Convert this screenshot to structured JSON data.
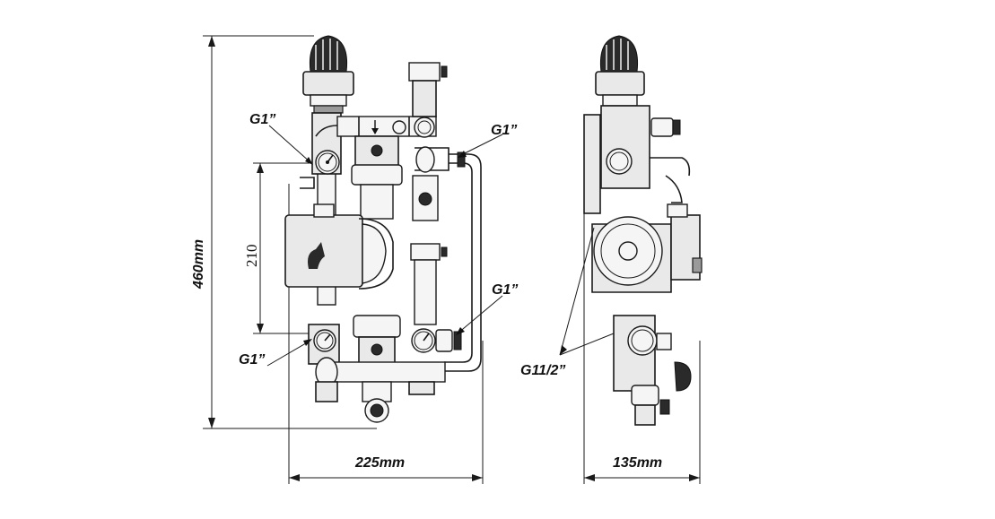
{
  "labels": {
    "height_total": "460mm",
    "height_pump": "210",
    "width_front": "225mm",
    "width_side": "135mm",
    "g1_top_left": "G1”",
    "g1_top_right": "G1”",
    "g1_mid_right": "G1”",
    "g1_bottom_left": "G1”",
    "g11_2": "G11/2”"
  },
  "colors": {
    "line": "#1a1a1a",
    "fill_body": "#e9e9e9",
    "fill_dark": "#2a2a2a",
    "background": "#ffffff"
  }
}
